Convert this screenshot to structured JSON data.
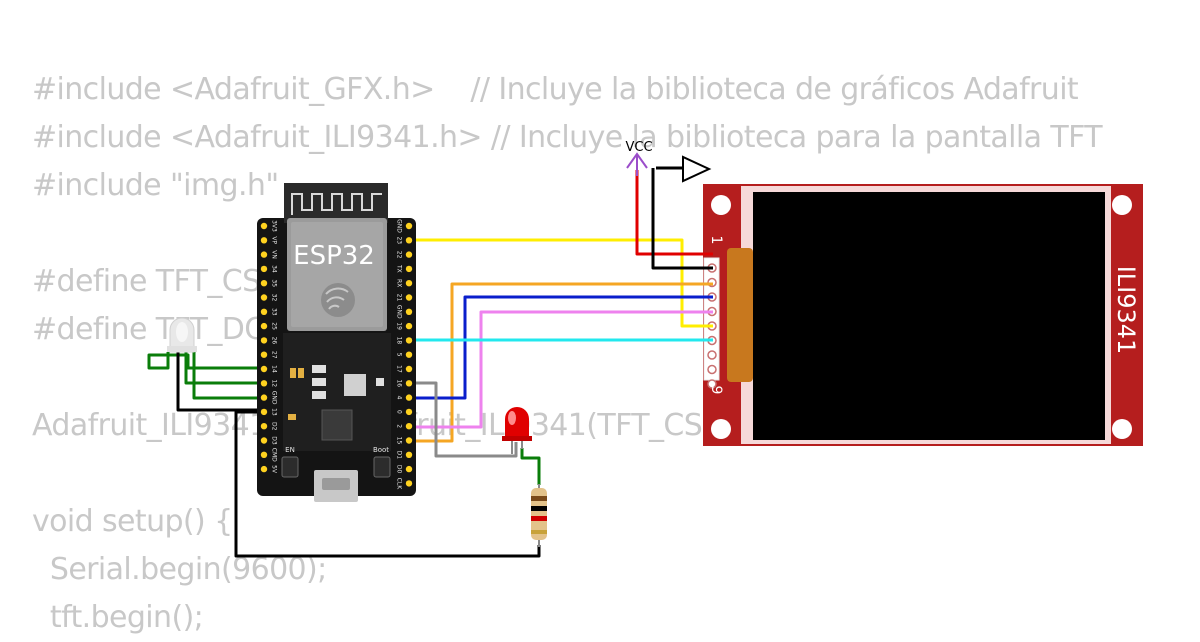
{
  "code_lines": [
    "#include <Adafruit_GFX.h>    // Incluye la biblioteca de gráficos Adafruit",
    "#include <Adafruit_ILI9341.h> // Incluye la biblioteca para la pantalla TFT",
    "#include \"img.h\"",
    "",
    "#define TFT_CS",
    "#define TFT_DC",
    "",
    "Adafruit_ILI9341 tft = Adafruit_ILI9341(TFT_CS,",
    "",
    "void setup() {",
    "  Serial.begin(9600);",
    "  tft.begin();"
  ],
  "board": {
    "label": "ESP32",
    "left_pins": [
      "3V3",
      "VP",
      "VN",
      "34",
      "35",
      "32",
      "33",
      "25",
      "26",
      "27",
      "14",
      "12",
      "GND",
      "13",
      "D2",
      "D3",
      "CMD",
      "5V"
    ],
    "right_pins": [
      "GND",
      "23",
      "22",
      "TX",
      "RX",
      "21",
      "GND",
      "19",
      "18",
      "5",
      "17",
      "16",
      "4",
      "0",
      "2",
      "15",
      "D1",
      "D0",
      "CLK"
    ],
    "button_en": "EN",
    "button_boot": "Boot"
  },
  "display": {
    "label": "ILI9341",
    "pin_first": "1",
    "pin_last": "9"
  },
  "power": {
    "vcc_label": "VCC"
  },
  "colors": {
    "wire_yellow": "#ffee00",
    "wire_orange": "#f5a623",
    "wire_blue": "#0a1ecc",
    "wire_pink": "#ee82ee",
    "wire_cyan": "#22e8ee",
    "wire_gray": "#8a8a8a",
    "wire_green": "#0a7d0a",
    "wire_black": "#000000",
    "wire_red": "#e00000",
    "vcc_purple": "#9b4dca",
    "board_body": "#141414",
    "module_body": "#9b9b9b",
    "display_pcb": "#b51e1e",
    "screen": "#000000",
    "led": "#e00000"
  }
}
